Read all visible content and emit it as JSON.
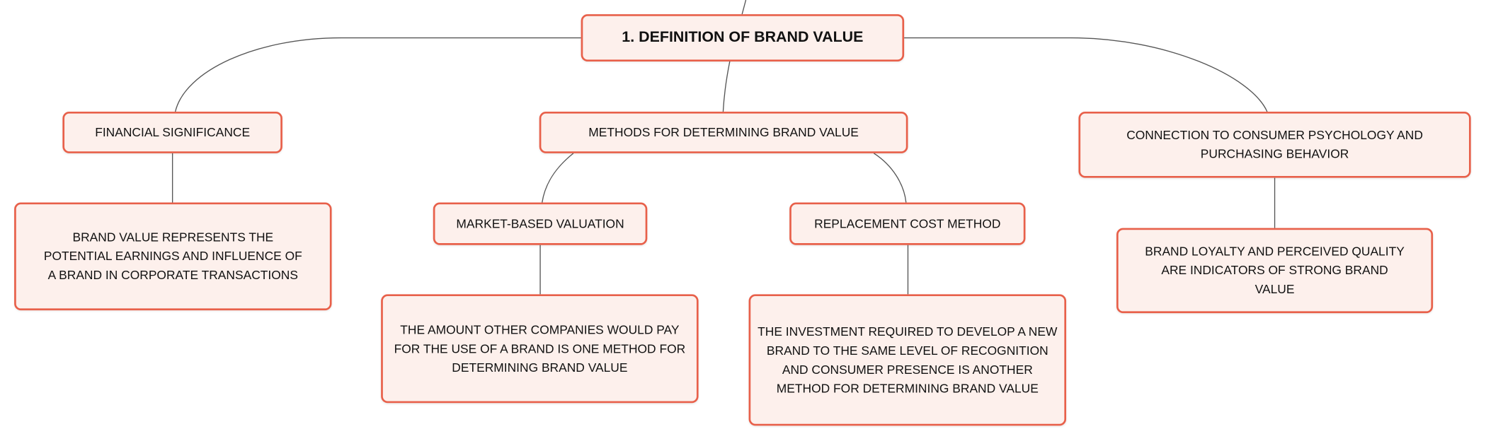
{
  "root": {
    "label": "1. DEFINITION OF BRAND VALUE"
  },
  "branches": {
    "financial": {
      "label": "FINANCIAL SIGNIFICANCE",
      "detail": "BRAND VALUE REPRESENTS THE POTENTIAL EARNINGS AND INFLUENCE OF A BRAND IN CORPORATE TRANSACTIONS"
    },
    "methods": {
      "label": "METHODS FOR DETERMINING BRAND VALUE",
      "market": {
        "label": "MARKET-BASED VALUATION",
        "detail": "THE AMOUNT OTHER COMPANIES WOULD PAY FOR THE USE OF A BRAND IS ONE METHOD FOR DETERMINING BRAND VALUE"
      },
      "replacement": {
        "label": "REPLACEMENT COST METHOD",
        "detail": "THE INVESTMENT REQUIRED TO DEVELOP A NEW BRAND TO THE SAME LEVEL OF RECOGNITION AND CONSUMER PRESENCE IS ANOTHER METHOD FOR DETERMINING BRAND VALUE"
      }
    },
    "connection": {
      "label": "CONNECTION TO CONSUMER PSYCHOLOGY AND PURCHASING BEHAVIOR",
      "detail": "BRAND LOYALTY AND PERCEIVED QUALITY ARE INDICATORS OF STRONG BRAND VALUE"
    }
  },
  "colors": {
    "border": "#e8604a",
    "fill": "#fdf0ec",
    "line": "#555555"
  }
}
